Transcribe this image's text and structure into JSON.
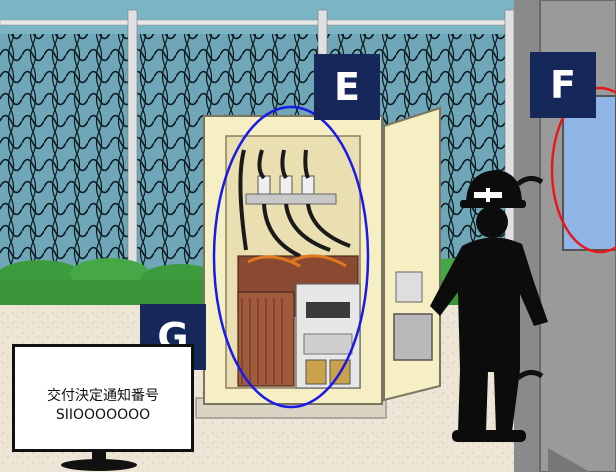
{
  "labels": {
    "e": "E",
    "f": "F",
    "g": "G"
  },
  "notice": {
    "line1": "交付決定通知番号",
    "line2": "SIIOOOOOOO"
  },
  "colors": {
    "label_bg": "#16285a",
    "sky": "#6fa7b8",
    "ellipse_blue": "#1a1ae6",
    "ellipse_red": "#e61a1a",
    "cabinet": "#f7efc4",
    "worker": "#0c0c0c",
    "wall": "#8a8a8a"
  }
}
